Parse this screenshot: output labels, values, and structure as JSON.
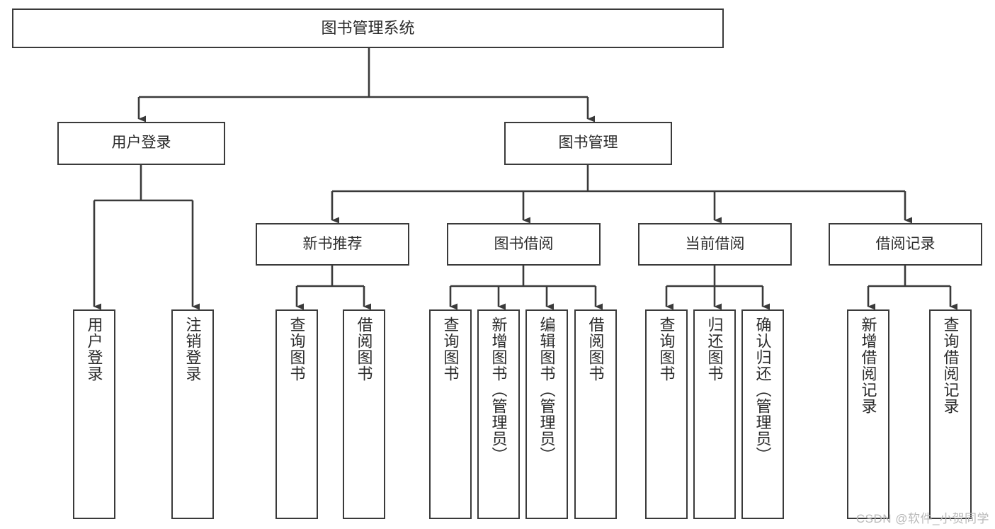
{
  "diagram": {
    "title": "图书管理系统",
    "watermark": "CSDN @软件_小贺同学",
    "stroke_color": "#3a3a3a",
    "text_color": "#2b2b2b",
    "background_color": "#ffffff",
    "nodes": {
      "root": {
        "label": "图书管理系统"
      },
      "level1": [
        {
          "key": "user_login",
          "label": "用户登录"
        },
        {
          "key": "book_manage",
          "label": "图书管理"
        }
      ],
      "level2": [
        {
          "key": "new_book_recommend",
          "label": "新书推荐"
        },
        {
          "key": "book_borrow",
          "label": "图书借阅"
        },
        {
          "key": "current_borrow",
          "label": "当前借阅"
        },
        {
          "key": "borrow_record",
          "label": "借阅记录"
        }
      ],
      "leaves": {
        "user_login": [
          {
            "key": "leaf_user_login",
            "label": "用户登录"
          },
          {
            "key": "leaf_logout_login",
            "label": "注销登录"
          }
        ],
        "new_book_recommend": [
          {
            "key": "leaf_query_book_1",
            "label": "查询图书"
          },
          {
            "key": "leaf_borrow_book_1",
            "label": "借阅图书"
          }
        ],
        "book_borrow": [
          {
            "key": "leaf_query_book_2",
            "label": "查询图书"
          },
          {
            "key": "leaf_add_book",
            "label": "新增图书（管理员）"
          },
          {
            "key": "leaf_edit_book",
            "label": "编辑图书（管理员）"
          },
          {
            "key": "leaf_borrow_book_2",
            "label": "借阅图书"
          }
        ],
        "current_borrow": [
          {
            "key": "leaf_query_book_3",
            "label": "查询图书"
          },
          {
            "key": "leaf_return_book",
            "label": "归还图书"
          },
          {
            "key": "leaf_confirm_return",
            "label": "确认归还（管理员）"
          }
        ],
        "borrow_record": [
          {
            "key": "leaf_add_record",
            "label": "新增借阅记录"
          },
          {
            "key": "leaf_query_record",
            "label": "查询借阅记录"
          }
        ]
      }
    }
  }
}
